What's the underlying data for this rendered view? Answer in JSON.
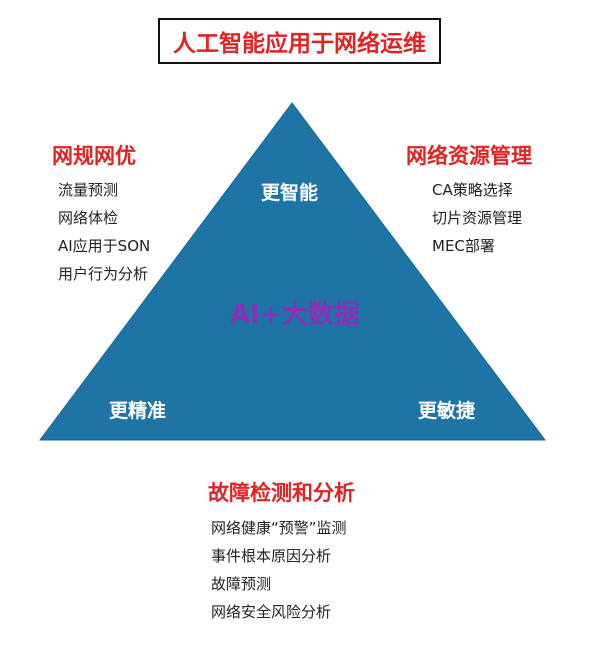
{
  "title": "人工智能应用于网络运维",
  "center": "AI+大数据",
  "corners": {
    "top": "更智能",
    "bottom_left": "更精准",
    "bottom_right": "更敏捷"
  },
  "colors": {
    "triangle": "#1f74a6",
    "heading": "#e02424",
    "center_text": "#8a2fb8"
  },
  "left_section": {
    "title": "网规网优",
    "items": [
      "流量预测",
      "网络体检",
      "AI应用于SON",
      "用户行为分析"
    ]
  },
  "right_section": {
    "title": "网络资源管理",
    "items": [
      "CA策略选择",
      "切片资源管理",
      "MEC部署"
    ]
  },
  "bottom_section": {
    "title": "故障检测和分析",
    "items": [
      "网络健康“预警”监测",
      "事件根本原因分析",
      "故障预测",
      "网络安全风险分析"
    ]
  }
}
